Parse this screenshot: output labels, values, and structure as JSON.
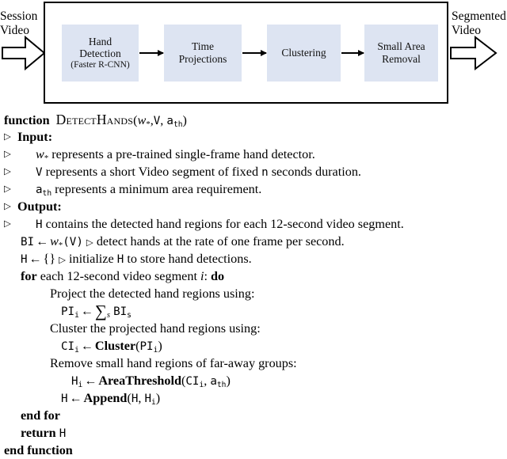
{
  "diagram": {
    "input_label_line1": "Session",
    "input_label_line2": "Video",
    "output_label_line1": "Segmented",
    "output_label_line2": "Video",
    "box_fill_color": "#dde4f2",
    "frame_color": "#000000",
    "stages": [
      {
        "line1": "Hand",
        "line2": "Detection",
        "line3": "(Faster R-CNN)"
      },
      {
        "line1": "Time",
        "line2": "Projections",
        "line3": ""
      },
      {
        "line1": "Clustering",
        "line2": "",
        "line3": ""
      },
      {
        "line1": "Small Area",
        "line2": "Removal",
        "line3": ""
      }
    ]
  },
  "algorithm": {
    "keyword_function": "function",
    "procedure_name": "DetectHands",
    "signature": {
      "open_paren": "(",
      "arg1": "w",
      "arg1_sub": "*",
      "comma1": ",",
      "arg2": "V",
      "comma2": ", ",
      "arg3": "a",
      "arg3_sub": "th",
      "close_paren": ")"
    },
    "marker_triangle": "▷",
    "input_heading": "Input:",
    "output_heading": "Output:",
    "input_items": [
      {
        "sym": "w",
        "sym_sub": "*",
        "sym_style": "math",
        "text": "represents a pre-trained single-frame hand detector."
      },
      {
        "sym": "V",
        "sym_sub": "",
        "sym_style": "tt",
        "text_a": "represents a short Video segment of fixed ",
        "text_n": "n",
        "text_b": " seconds duration."
      },
      {
        "sym": "a",
        "sym_sub": "th",
        "sym_style": "tt",
        "text": "represents a minimum area requirement."
      }
    ],
    "output_items": [
      {
        "sym": "H",
        "sym_sub": "",
        "sym_style": "tt",
        "text": "contains the detected hand regions for each 12-second video segment."
      }
    ],
    "body": {
      "line_bi_lhs": "BI",
      "line_bi_assign": "←",
      "line_bi_rhs_w": "w",
      "line_bi_rhs_w_sub": "*",
      "line_bi_rhs_v": "(V)",
      "line_bi_comment": "detect hands at the rate of one frame per second.",
      "line_h_lhs": "H",
      "line_h_assign": "←",
      "line_h_rhs": "{}",
      "line_h_comment": "initialize H to store hand detections.",
      "line_h_comment_pre": "initialize ",
      "line_h_comment_sym": "H",
      "line_h_comment_post": " to store hand detections.",
      "for_keyword": "for",
      "for_text": "each 12-second video segment",
      "for_var": "i",
      "for_colon": ":",
      "do_keyword": "do",
      "prose_project": "Project the detected hand regions using:",
      "eq_pi_lhs": "PI",
      "eq_pi_lhs_sub": "i",
      "eq_pi_assign": "←",
      "eq_pi_sum": "∑",
      "eq_pi_sum_sub": "s",
      "eq_pi_rhs": "BI",
      "eq_pi_rhs_sub": "s",
      "prose_cluster": "Cluster the projected hand regions using:",
      "eq_ci_lhs": "CI",
      "eq_ci_lhs_sub": "i",
      "eq_ci_assign": "←",
      "eq_ci_fn": "Cluster",
      "eq_ci_open": "(",
      "eq_ci_arg": "PI",
      "eq_ci_arg_sub": "i",
      "eq_ci_close": ")",
      "prose_remove": "Remove small hand regions of far-away groups:",
      "eq_hi_lhs": "H",
      "eq_hi_lhs_sub": "i",
      "eq_hi_assign": "←",
      "eq_hi_fn": "AreaThreshold",
      "eq_hi_open": "(",
      "eq_hi_arg1": "CI",
      "eq_hi_arg1_sub": "i",
      "eq_hi_comma": ", ",
      "eq_hi_arg2": "a",
      "eq_hi_arg2_sub": "th",
      "eq_hi_close": ")",
      "eq_app_lhs": "H",
      "eq_app_assign": "←",
      "eq_app_fn": "Append",
      "eq_app_open": "(",
      "eq_app_arg1": "H",
      "eq_app_comma": ", ",
      "eq_app_arg2": "H",
      "eq_app_arg2_sub": "i",
      "eq_app_close": ")",
      "end_for": "end for",
      "return_keyword": "return",
      "return_value": "H",
      "end_function": "end function"
    }
  }
}
